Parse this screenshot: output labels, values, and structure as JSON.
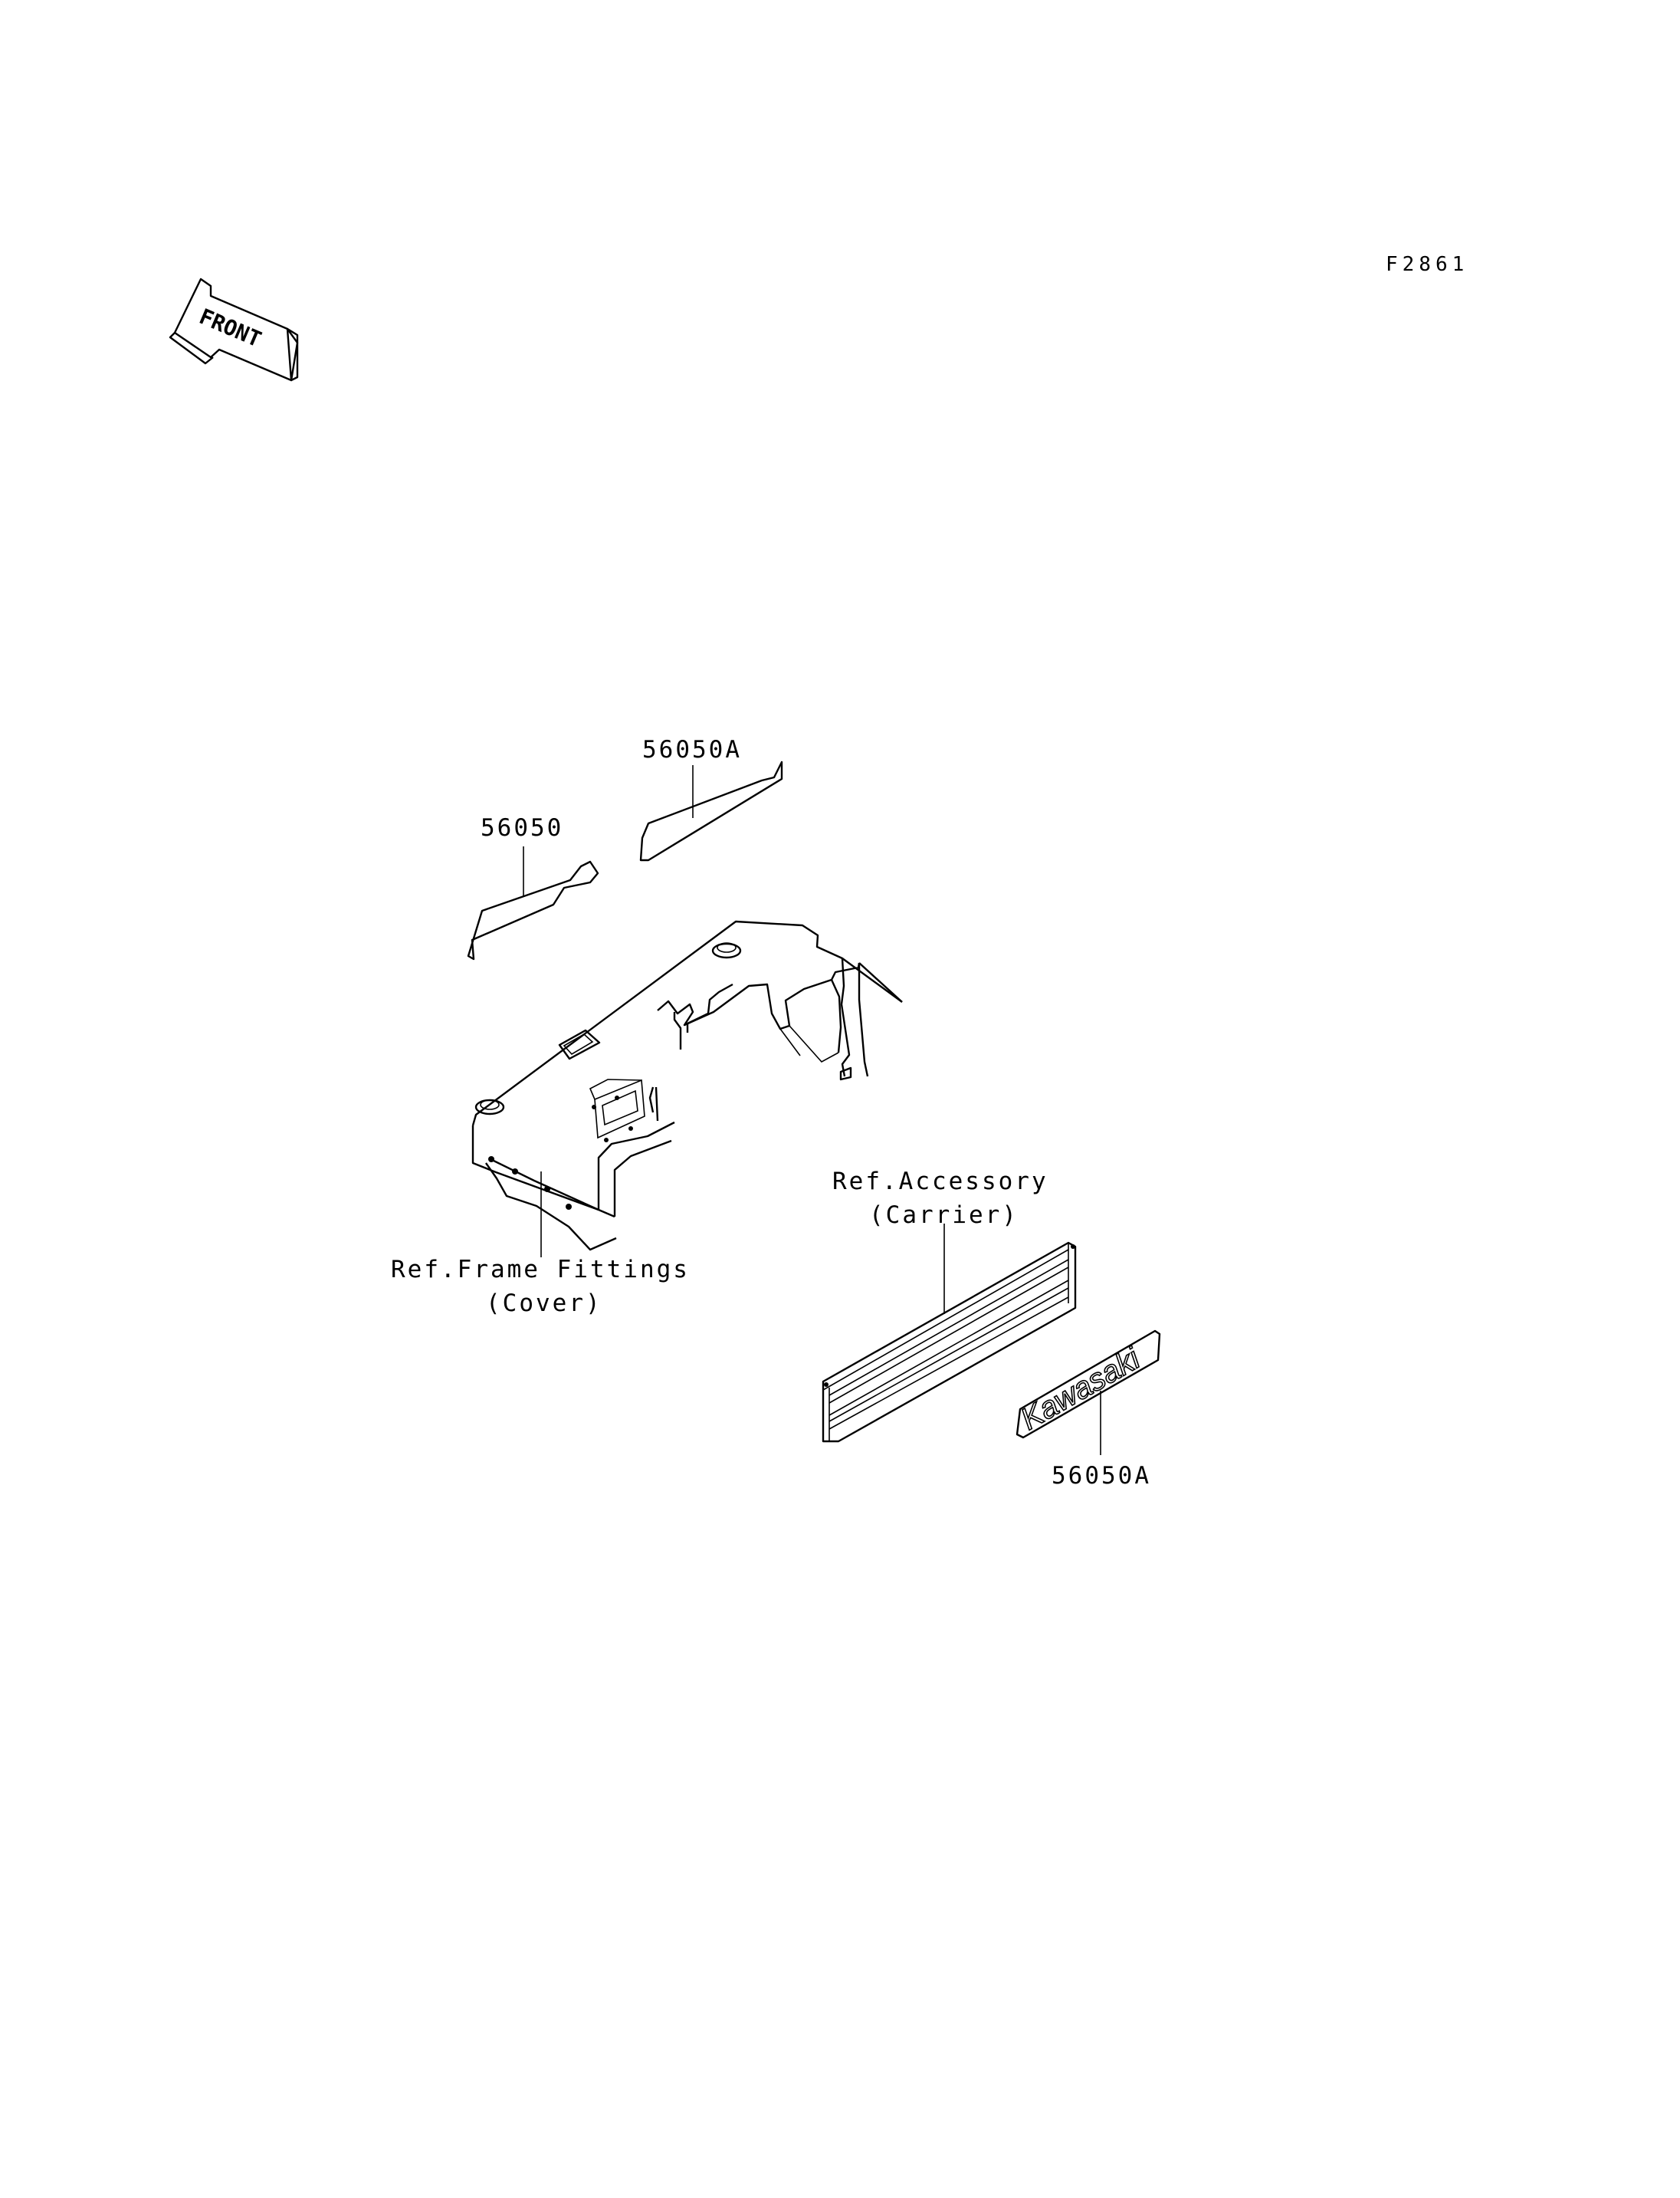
{
  "figure_code": "F2861",
  "front_indicator": "FRONT",
  "callouts": {
    "decal_56050": "56050",
    "decal_56050a_top": "56050A",
    "decal_56050a_bottom": "56050A",
    "ref_frame_line1": "Ref.Frame Fittings",
    "ref_frame_line2": "(Cover)",
    "ref_accessory_line1": "Ref.Accessory",
    "ref_accessory_line2": "(Carrier)"
  },
  "emblem_text": "Kawasaki",
  "colors": {
    "line": "#000000",
    "background": "#ffffff"
  }
}
